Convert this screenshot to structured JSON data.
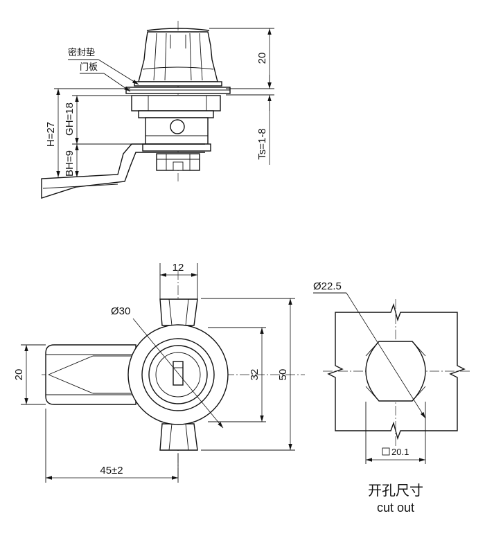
{
  "side_view": {
    "label_seal": "密封垫",
    "label_panel": "门板",
    "dim_top": "20",
    "dim_ts": "Ts=1-8",
    "dim_h": "H=27",
    "dim_gh": "GH=18",
    "dim_bh": "BH=9"
  },
  "front_view": {
    "dim_width": "12",
    "dim_diameter": "Ø30",
    "dim_arm_height": "20",
    "dim_32": "32",
    "dim_50": "50",
    "dim_length": "45±2"
  },
  "cutout_view": {
    "dim_diameter": "Ø22.5",
    "dim_square": "20.1",
    "title_cn": "开孔尺寸",
    "title_en": "cut out"
  }
}
